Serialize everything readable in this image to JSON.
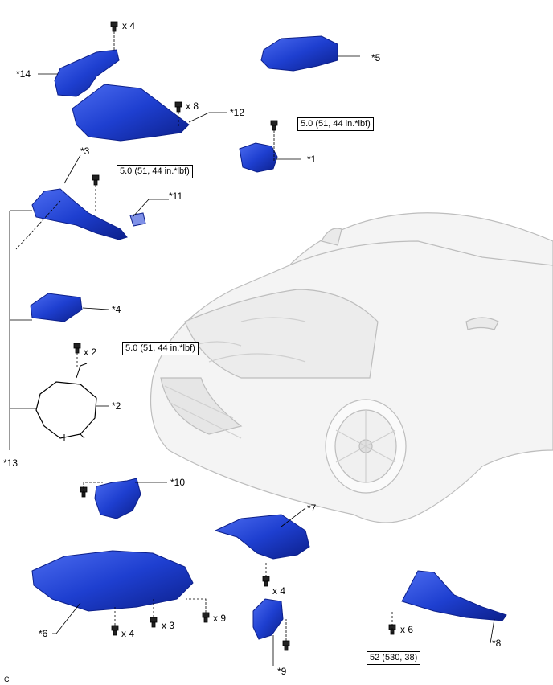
{
  "callouts": {
    "c1": "*1",
    "c2": "*2",
    "c3": "*3",
    "c4": "*4",
    "c5": "*5",
    "c6": "*6",
    "c7": "*7",
    "c8": "*8",
    "c9": "*9",
    "c10": "*10",
    "c11": "*11",
    "c12": "*12",
    "c13": "*13",
    "c14": "*14"
  },
  "quantities": {
    "x4_top": "x 4",
    "x8": "x 8",
    "x2": "x 2",
    "x4_7": "x 4",
    "x4_6": "x 4",
    "x3": "x 3",
    "x9": "x 9",
    "x6": "x 6"
  },
  "torque_specs": {
    "t1": "5.0 (51, 44 in.*lbf)",
    "t3": "5.0 (51, 44 in.*lbf)",
    "t2": "5.0 (51, 44 in.*lbf)",
    "t8": "52 (530, 38)"
  },
  "corner_code": "C",
  "colors": {
    "part_blue": "#1e3fd0",
    "part_dark": "#0c1f8a",
    "line": "#000000",
    "car_outline": "#bdbdbd"
  }
}
